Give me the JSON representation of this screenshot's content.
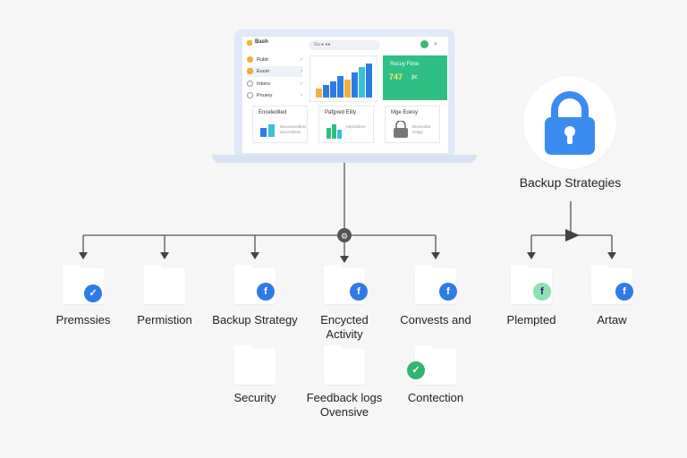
{
  "laptop": {
    "brand": "Bash",
    "search_placeholder": "Gu ● ●●",
    "sidebar": [
      {
        "label": "Rubit",
        "active": false
      },
      {
        "label": "Eucer",
        "active": true
      },
      {
        "label": "Intons",
        "active": false
      },
      {
        "label": "Pnuery",
        "active": false
      }
    ],
    "stat_card": {
      "title": "Recuy Ftme",
      "value": "747",
      "sub": "₿€"
    },
    "mini_cards": [
      {
        "title": "Enceledited",
        "sub": "Baxoxexedkas wexoxlekas"
      },
      {
        "title": "Pafgxed Elity",
        "sub": "Mpxisabes"
      },
      {
        "title": "Mge Eoesy",
        "sub": "Beosvaba lsatgy"
      }
    ],
    "colors": {
      "bar_blue": "#2f7be6",
      "bar_yellow": "#f2b23a",
      "bar_teal": "#35c3d8",
      "stat_green": "#2fbf85"
    }
  },
  "lock": {
    "title": "Backup Strategies",
    "icon": "lock-icon",
    "color": "#3b8cf0"
  },
  "hub_icon": "gear-hub-icon",
  "folders": [
    {
      "label": "Premssies",
      "badge": "check",
      "badge_color": "blue"
    },
    {
      "label": "Permistion",
      "badge": "",
      "badge_color": ""
    },
    {
      "label": "Backup Strategy",
      "badge": "f",
      "badge_color": "blue"
    },
    {
      "label": "Encycted\nActivity",
      "badge": "f",
      "badge_color": "blue"
    },
    {
      "label": "Convests and",
      "badge": "f",
      "badge_color": "blue"
    },
    {
      "label": "Plempted",
      "badge": "f",
      "badge_color": "mint"
    },
    {
      "label": "Artaw",
      "badge": "f",
      "badge_color": "blue"
    },
    {
      "label": "Security",
      "badge": "",
      "badge_color": ""
    },
    {
      "label": "Feedback logs\nOvensive",
      "badge": "",
      "badge_color": ""
    },
    {
      "label": "Contection",
      "badge": "check",
      "badge_color": "green"
    }
  ]
}
